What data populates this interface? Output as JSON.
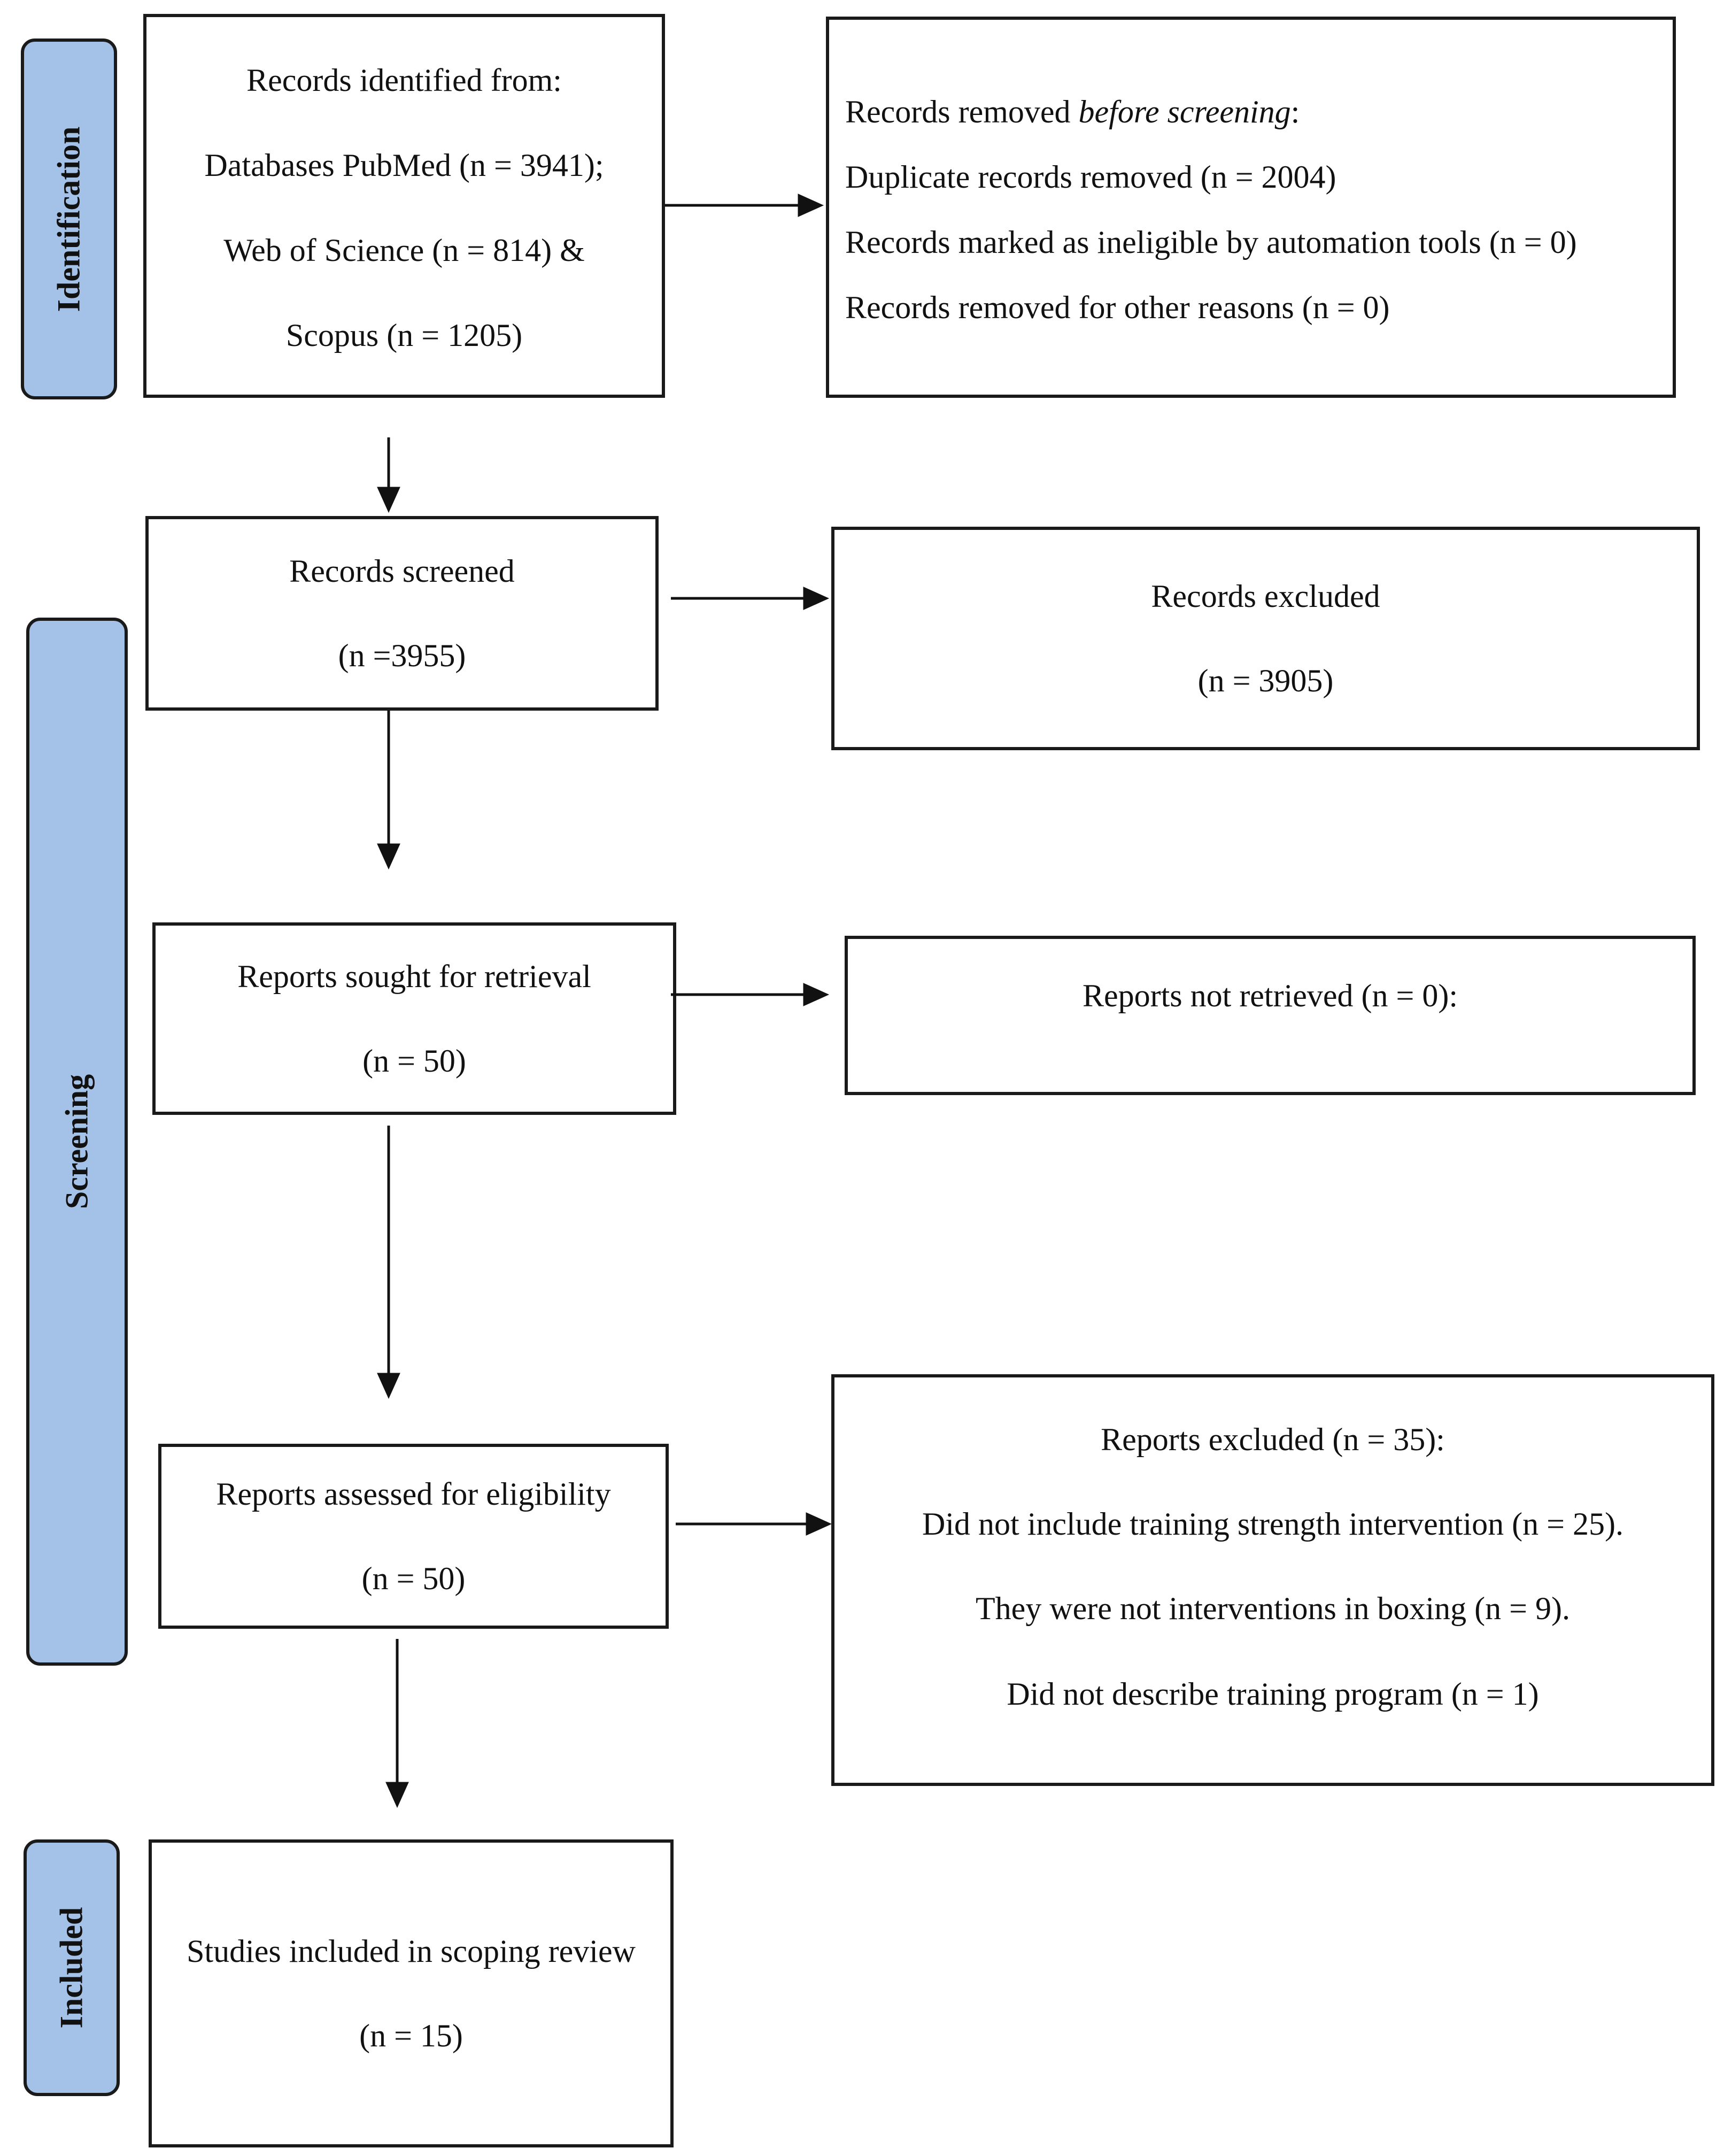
{
  "phases": {
    "identification": "Identification",
    "screening": "Screening",
    "included": "Included"
  },
  "identification_box": {
    "line1": "Records identified from:",
    "line2": "Databases PubMed (n = 3941);",
    "line3": "Web of Science (n = 814) &",
    "line4": "Scopus (n = 1205)"
  },
  "removed_box": {
    "line1_prefix": "Records removed ",
    "line1_italic": "before screening",
    "line1_suffix": ":",
    "line2": "Duplicate records removed (n = 2004)",
    "line3": "Records marked as ineligible by automation tools (n = 0)",
    "line4": "Records removed for other reasons (n = 0)"
  },
  "screened_box": {
    "line1": "Records screened",
    "line2": "(n =3955)"
  },
  "excluded_box": {
    "line1": "Records excluded",
    "line2": "(n = 3905)"
  },
  "sought_box": {
    "line1": "Reports sought for retrieval",
    "line2": "(n = 50)"
  },
  "not_retrieved_box": {
    "line1": "Reports not retrieved (n = 0):"
  },
  "assessed_box": {
    "line1": "Reports assessed for eligibility",
    "line2": "(n = 50)"
  },
  "reports_excluded_box": {
    "line1": "Reports excluded (n = 35):",
    "line2": "Did not include training strength intervention (n = 25).",
    "line3": "They were not interventions in boxing (n = 9).",
    "line4": "Did not describe training program (n = 1)"
  },
  "included_box": {
    "line1": "Studies included in scoping review",
    "line2": "(n = 15)"
  }
}
